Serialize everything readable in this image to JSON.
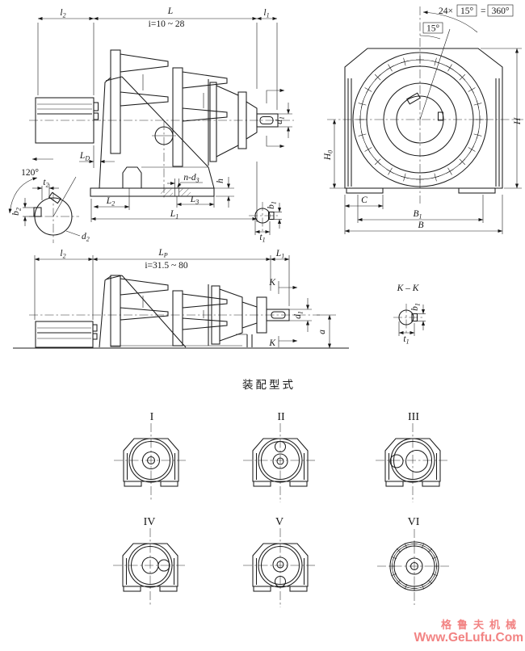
{
  "sym": {
    "l2": {
      "m": "l",
      "s": "2"
    },
    "L": "L",
    "l1": {
      "m": "l",
      "s": "1"
    },
    "ratio1": "i=10 ~ 28",
    "ratio2": "i=31.5 ~ 80",
    "LD": {
      "m": "L",
      "s": "D"
    },
    "LP": {
      "m": "L",
      "s": "P"
    },
    "L1": {
      "m": "L",
      "s": "1"
    },
    "L2": {
      "m": "L",
      "s": "2"
    },
    "L3": {
      "m": "L",
      "s": "3"
    },
    "d1": {
      "m": "d",
      "s": "1"
    },
    "d2": {
      "m": "d",
      "s": "2"
    },
    "nd3": {
      "m": "n-d",
      "s": "3"
    },
    "b1": {
      "m": "b",
      "s": "1"
    },
    "b2": {
      "m": "b",
      "s": "2"
    },
    "t1": {
      "m": "t",
      "s": "1"
    },
    "t2": {
      "m": "t",
      "s": "2"
    },
    "h": "h",
    "a": "a",
    "H": "H",
    "H0": {
      "m": "H",
      "s": "0"
    },
    "B": "B",
    "B1": {
      "m": "B",
      "s": "1"
    },
    "C": "C",
    "K": "K",
    "kk": "K – K",
    "angle120": "120°",
    "angle15": "15°",
    "boltPrefix": "24×",
    "eq": "=",
    "total360": "360°"
  },
  "assembly": {
    "title": "装配型式",
    "items": [
      {
        "label": "I"
      },
      {
        "label": "II"
      },
      {
        "label": "III"
      },
      {
        "label": "IV"
      },
      {
        "label": "V"
      },
      {
        "label": "VI"
      }
    ]
  },
  "watermark": {
    "line1": "格鲁夫机械",
    "line2": "Www.GeLufu.Com",
    "color": "#f28383"
  },
  "colors": {
    "ink": "#1c1c1c",
    "paper": "#ffffff",
    "watermark": "#f28383"
  }
}
